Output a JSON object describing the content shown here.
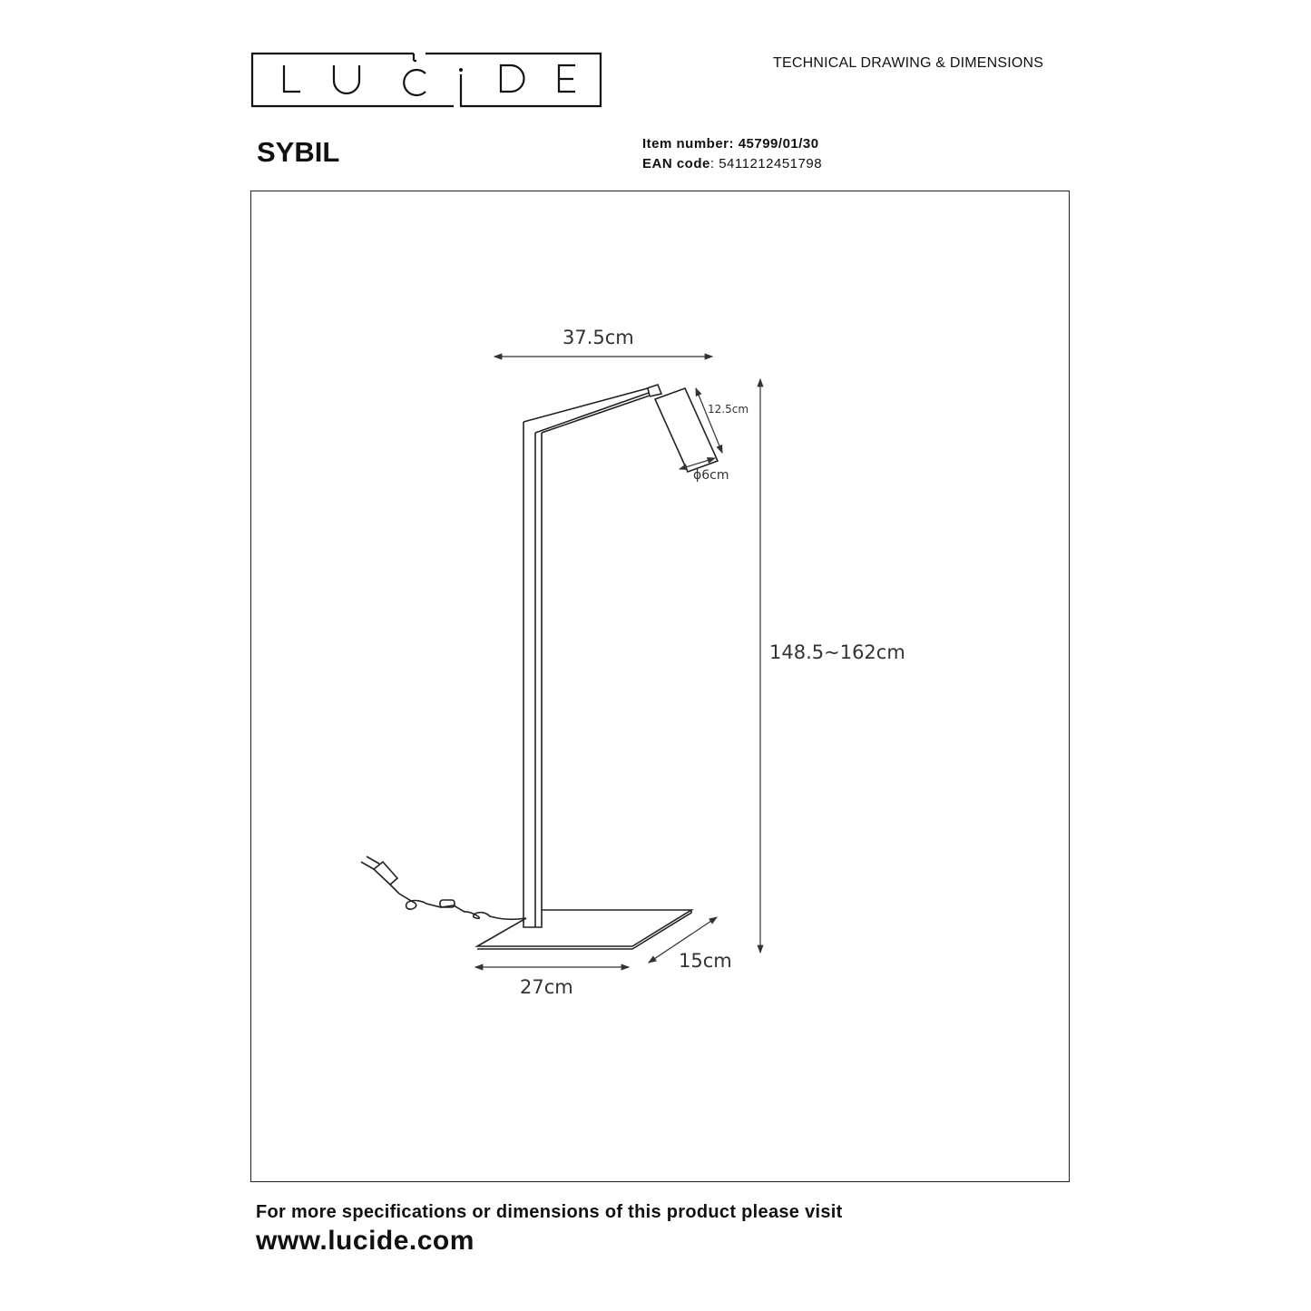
{
  "brand": {
    "logo_text": "LUCIDE"
  },
  "header": {
    "doc_type": "TECHNICAL DRAWING & DIMENSIONS"
  },
  "product": {
    "name": "SYBIL",
    "item_number_label": "Item number:",
    "item_number": "45799/01/30",
    "ean_label": "EAN code",
    "ean": ": 5411212451798"
  },
  "dimensions": {
    "arm_length": "37.5cm",
    "head_length": "12.5cm",
    "head_diameter": "ϕ6cm",
    "height": "148.5~162cm",
    "base_width": "27cm",
    "base_depth": "15cm"
  },
  "footer": {
    "line1": "For more specifications or dimensions of this product please visit",
    "url": "www.lucide.com"
  }
}
